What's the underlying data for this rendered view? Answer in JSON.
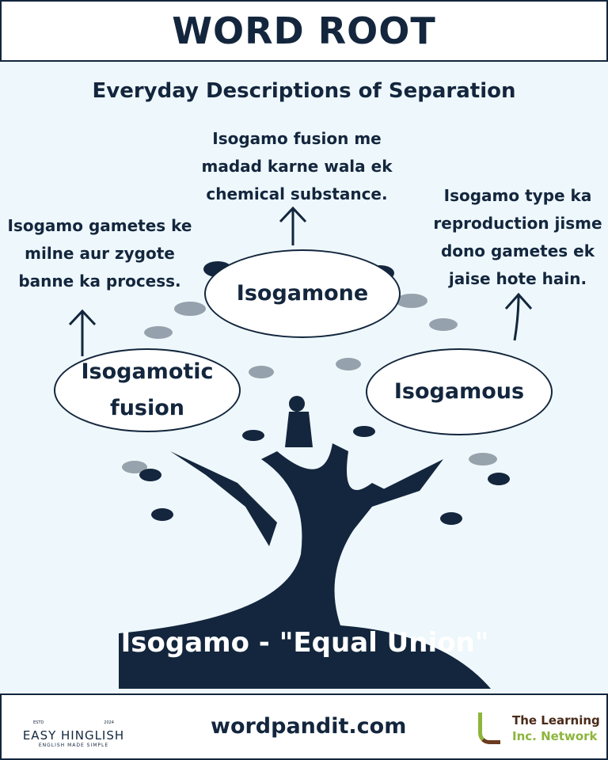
{
  "header": {
    "title": "WORD ROOT"
  },
  "subtitle": "Everyday Descriptions of Separation",
  "descriptions": {
    "left": "Isogamo gametes ke milne aur zygote banne ka process.",
    "center": "Isogamo fusion me madad karne wala ek chemical substance.",
    "right": "Isogamo type ka reproduction jisme dono gametes ek jaise hote hain."
  },
  "clouds": {
    "left": "Isogamotic fusion",
    "center": "Isogamone",
    "right": "Isogamous"
  },
  "root": "Isogamo - \"Equal Union\"",
  "footer": {
    "site": "wordpandit.com",
    "brand_left": {
      "name": "EASY HINGLISH",
      "tagline": "ENGLISH MADE SIMPLE",
      "estd": "ESTD",
      "year": "2024"
    },
    "brand_right": {
      "line1": "The Learning",
      "line2": "Inc. Network"
    }
  },
  "colors": {
    "navy": "#13263d",
    "background": "#eef7fb",
    "green": "#8db53c"
  }
}
